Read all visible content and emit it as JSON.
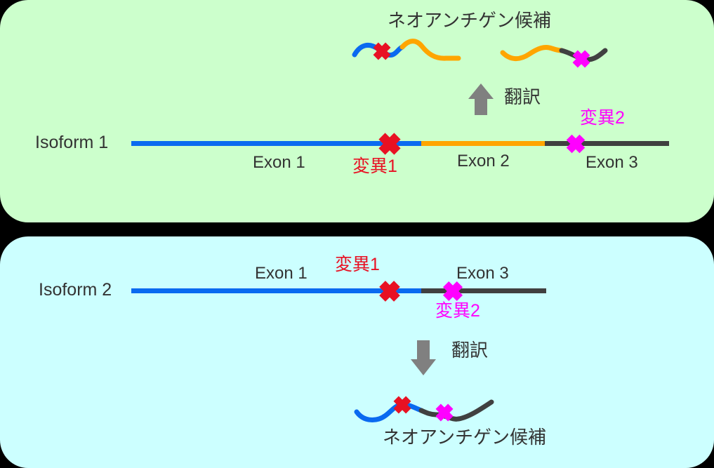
{
  "diagram": {
    "section_isoform1": {
      "background": "#ccffcc",
      "neoantigen_title": "ネオアンチゲン候補",
      "translation_label": "翻訳",
      "isoform_label": "Isoform 1",
      "exon1_label": "Exon 1",
      "exon2_label": "Exon 2",
      "exon3_label": "Exon 3",
      "mutation1_label": "変異1",
      "mutation2_label": "変異2"
    },
    "section_isoform2": {
      "background": "#ccffff",
      "isoform_label": "Isoform 2",
      "exon1_label": "Exon 1",
      "exon3_label": "Exon 3",
      "mutation1_label": "変異1",
      "mutation2_label": "変異2",
      "translation_label": "翻訳",
      "neoantigen_title": "ネオアンチゲン候補"
    },
    "colors": {
      "exon1_blue": "#0a6af0",
      "exon2_orange": "#ffa500",
      "exon3_dark": "#404040",
      "mutation1_red": "#e81123",
      "mutation2_magenta": "#ff00ff",
      "translation_arrow_gray": "#808080",
      "section1_background": "#ccffcc",
      "section2_background": "#ccffff",
      "text": "#333333"
    }
  }
}
